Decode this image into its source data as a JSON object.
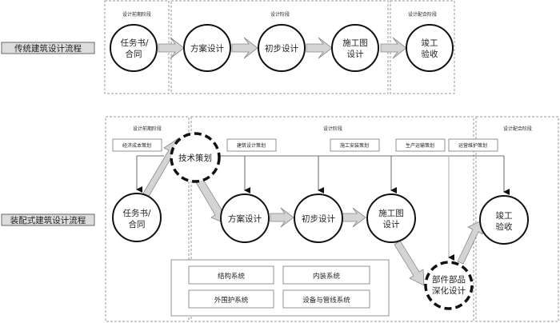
{
  "traditional": {
    "title": "传统建筑设计流程",
    "phases": [
      "设计前期阶段",
      "设计阶段",
      "设计配合阶段"
    ],
    "nodes": [
      {
        "line1": "任务书/",
        "line2": "合同"
      },
      {
        "line1": "方案设计",
        "line2": ""
      },
      {
        "line1": "初步设计",
        "line2": ""
      },
      {
        "line1": "施工图",
        "line2": "设计"
      },
      {
        "line1": "竣工",
        "line2": "验收"
      }
    ]
  },
  "prefab": {
    "title": "装配式建筑设计流程",
    "phases": [
      "设计前期阶段",
      "设计阶段",
      "设计配合阶段"
    ],
    "planning_boxes": [
      "经济成本策划",
      "建筑设计策划",
      "施工安装策划",
      "生产运输策划",
      "运营维护策划"
    ],
    "nodes": {
      "task": {
        "line1": "任务书/",
        "line2": "合同"
      },
      "tech": {
        "line1": "技术策划",
        "line2": ""
      },
      "scheme": {
        "line1": "方案设计",
        "line2": ""
      },
      "prelim": {
        "line1": "初步设计",
        "line2": ""
      },
      "construction": {
        "line1": "施工图",
        "line2": "设计"
      },
      "component": {
        "line1": "部件部品",
        "line2": "深化设计"
      },
      "completion": {
        "line1": "竣工",
        "line2": "验收"
      }
    },
    "systems": [
      "结构系统",
      "内装系统",
      "外围护系统",
      "设备与管线系统"
    ]
  }
}
